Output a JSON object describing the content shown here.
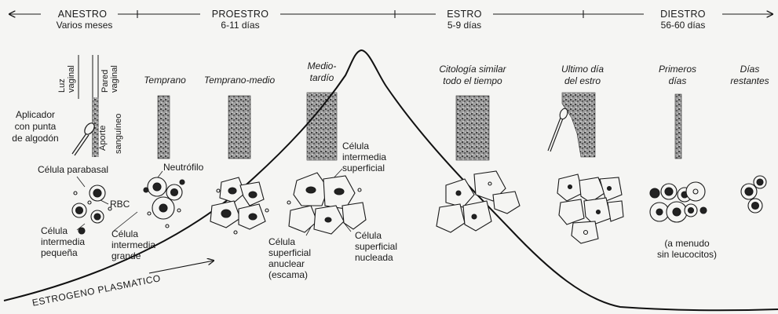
{
  "phases": [
    {
      "name": "ANESTRO",
      "duration": "Varios meses"
    },
    {
      "name": "PROESTRO",
      "duration": "6-11 días"
    },
    {
      "name": "ESTRO",
      "duration": "5-9 días"
    },
    {
      "name": "DIESTRO",
      "duration": "56-60 días"
    }
  ],
  "stages": {
    "temprano": "Temprano",
    "temprano_medio": "Temprano-medio",
    "medio_tardio_1": "Medio-",
    "medio_tardio_2": "tardío",
    "citologia_1": "Citología similar",
    "citologia_2": "todo el tiempo",
    "ultimo_1": "Ultimo día",
    "ultimo_2": "del estro",
    "primeros_1": "Primeros",
    "primeros_2": "días",
    "restantes_1": "Días",
    "restantes_2": "restantes"
  },
  "anatomy": {
    "luz_1": "Luz",
    "luz_2": "vaginal",
    "pared_1": "Pared",
    "pared_2": "vaginal",
    "aporte_1": "Aporte",
    "aporte_2": "sanguíneo",
    "aplicador_1": "Aplicador",
    "aplicador_2": "con punta",
    "aplicador_3": "de algodón"
  },
  "cell_labels": {
    "parabasal": "Célula parabasal",
    "neutrofilo": "Neutrófilo",
    "rbc": "RBC",
    "int_peq_1": "Célula",
    "int_peq_2": "intermedia",
    "int_peq_3": "pequeña",
    "int_gr_1": "Célula",
    "int_gr_2": "intermedia",
    "int_gr_3": "grande",
    "int_sup_1": "Célula",
    "int_sup_2": "intermedia",
    "int_sup_3": "superficial",
    "anuc_1": "Célula",
    "anuc_2": "superficial",
    "anuc_3": "anuclear",
    "anuc_4": "(escama)",
    "nuc_1": "Célula",
    "nuc_2": "superficial",
    "nuc_3": "nucleada",
    "leuco_1": "(a menudo",
    "leuco_2": "sin leucocitos)"
  },
  "curve_label": "ESTROGENO PLASMATICO",
  "colors": {
    "ink": "#1a1a1a",
    "paper": "#f5f5f3",
    "tissue": "#555555"
  }
}
